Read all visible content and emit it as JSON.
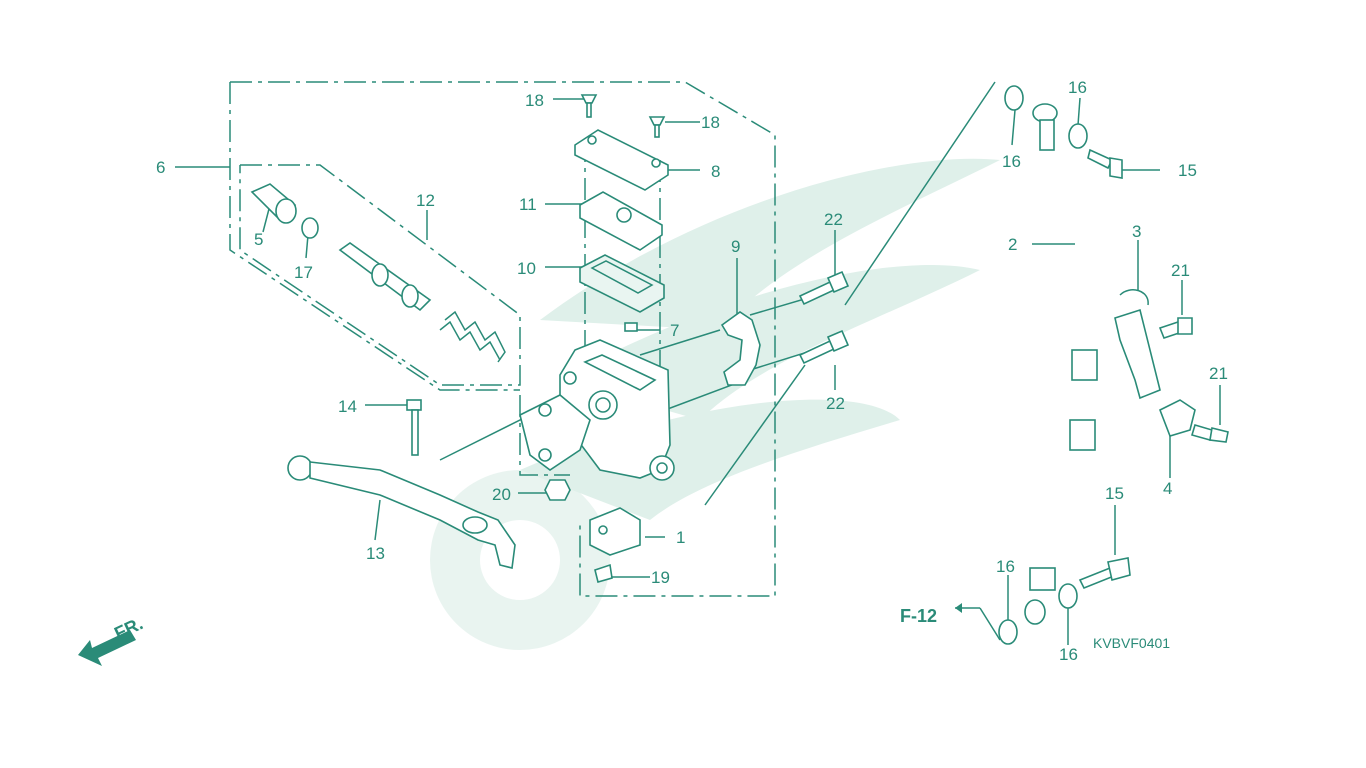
{
  "diagram": {
    "callouts": [
      {
        "id": "c1",
        "text": "1"
      },
      {
        "id": "c2",
        "text": "2"
      },
      {
        "id": "c3",
        "text": "3"
      },
      {
        "id": "c4",
        "text": "4"
      },
      {
        "id": "c5",
        "text": "5"
      },
      {
        "id": "c6",
        "text": "6"
      },
      {
        "id": "c7",
        "text": "7"
      },
      {
        "id": "c8",
        "text": "8"
      },
      {
        "id": "c9",
        "text": "9"
      },
      {
        "id": "c10",
        "text": "10"
      },
      {
        "id": "c11",
        "text": "11"
      },
      {
        "id": "c12",
        "text": "12"
      },
      {
        "id": "c13",
        "text": "13"
      },
      {
        "id": "c14",
        "text": "14"
      },
      {
        "id": "c15a",
        "text": "15"
      },
      {
        "id": "c15b",
        "text": "15"
      },
      {
        "id": "c16a",
        "text": "16"
      },
      {
        "id": "c16b",
        "text": "16"
      },
      {
        "id": "c16c",
        "text": "16"
      },
      {
        "id": "c16d",
        "text": "16"
      },
      {
        "id": "c17",
        "text": "17"
      },
      {
        "id": "c18a",
        "text": "18"
      },
      {
        "id": "c18b",
        "text": "18"
      },
      {
        "id": "c19",
        "text": "19"
      },
      {
        "id": "c20",
        "text": "20"
      },
      {
        "id": "c21a",
        "text": "21"
      },
      {
        "id": "c21b",
        "text": "21"
      },
      {
        "id": "c22a",
        "text": "22"
      },
      {
        "id": "c22b",
        "text": "22"
      }
    ],
    "page_ref": "F-12",
    "drawing_code": "KVBVF0401",
    "front_arrow_label": "FR.",
    "colors": {
      "line": "#2a8b78",
      "watermark": "#dff0ea",
      "background": "#ffffff"
    }
  }
}
